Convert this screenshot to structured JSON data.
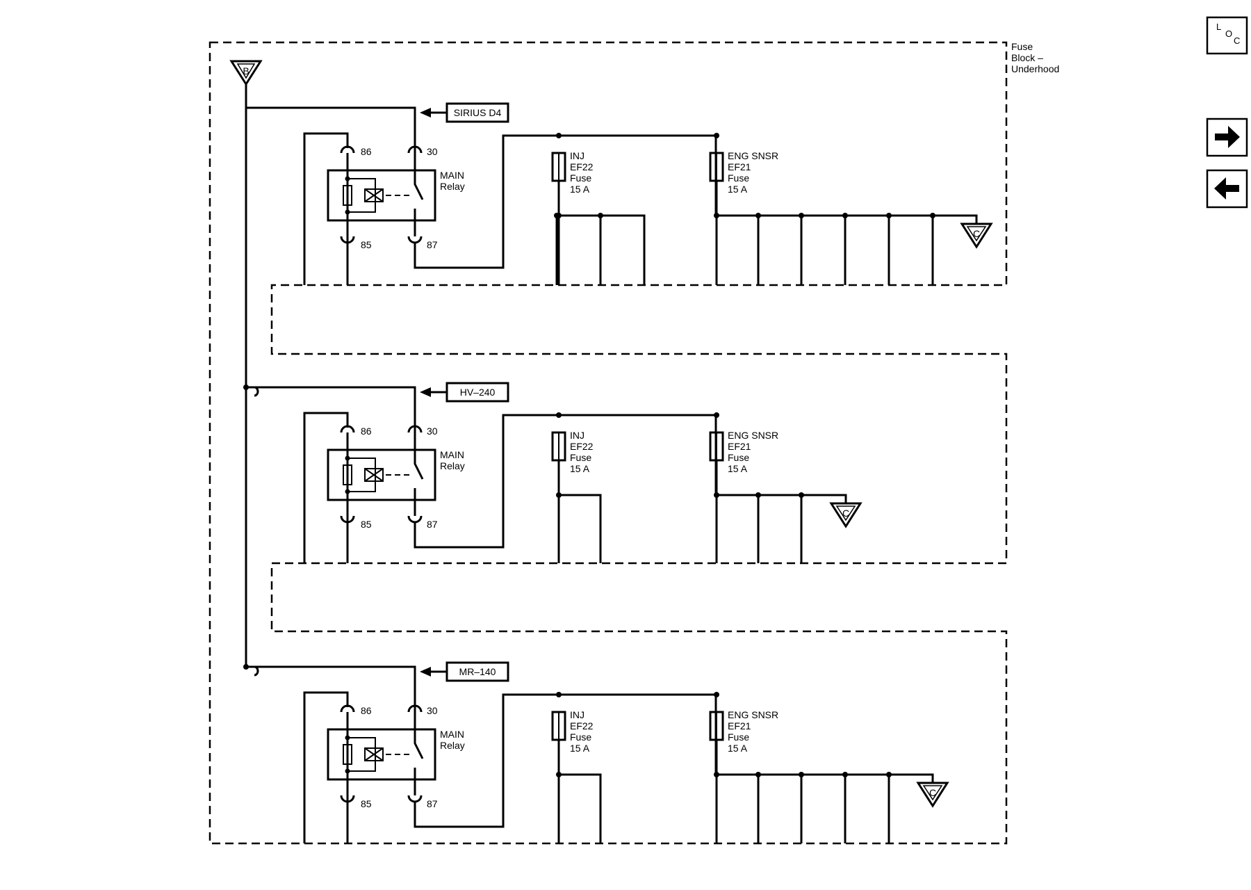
{
  "block_label": [
    "Fuse",
    "Block –",
    "Underhood"
  ],
  "battery_label": "B",
  "ground_label": "C",
  "nav": {
    "loc": [
      "L",
      "O",
      "C"
    ],
    "next": "next-arrow-icon",
    "prev": "prev-arrow-icon"
  },
  "sections": [
    {
      "source": "SIRIUS D4",
      "relay": {
        "name": [
          "MAIN",
          "Relay"
        ],
        "pins": [
          "86",
          "30",
          "85",
          "87"
        ]
      },
      "fuses": [
        {
          "lines": [
            "INJ",
            "EF22",
            "Fuse",
            "15 A"
          ]
        },
        {
          "lines": [
            "ENG SNSR",
            "EF21",
            "Fuse",
            "15 A"
          ]
        }
      ]
    },
    {
      "source": "HV–240",
      "relay": {
        "name": [
          "MAIN",
          "Relay"
        ],
        "pins": [
          "86",
          "30",
          "85",
          "87"
        ]
      },
      "fuses": [
        {
          "lines": [
            "INJ",
            "EF22",
            "Fuse",
            "15 A"
          ]
        },
        {
          "lines": [
            "ENG SNSR",
            "EF21",
            "Fuse",
            "15 A"
          ]
        }
      ]
    },
    {
      "source": "MR–140",
      "relay": {
        "name": [
          "MAIN",
          "Relay"
        ],
        "pins": [
          "86",
          "30",
          "85",
          "87"
        ]
      },
      "fuses": [
        {
          "lines": [
            "INJ",
            "EF22",
            "Fuse",
            "15 A"
          ]
        },
        {
          "lines": [
            "ENG SNSR",
            "EF21",
            "Fuse",
            "15 A"
          ]
        }
      ]
    }
  ]
}
